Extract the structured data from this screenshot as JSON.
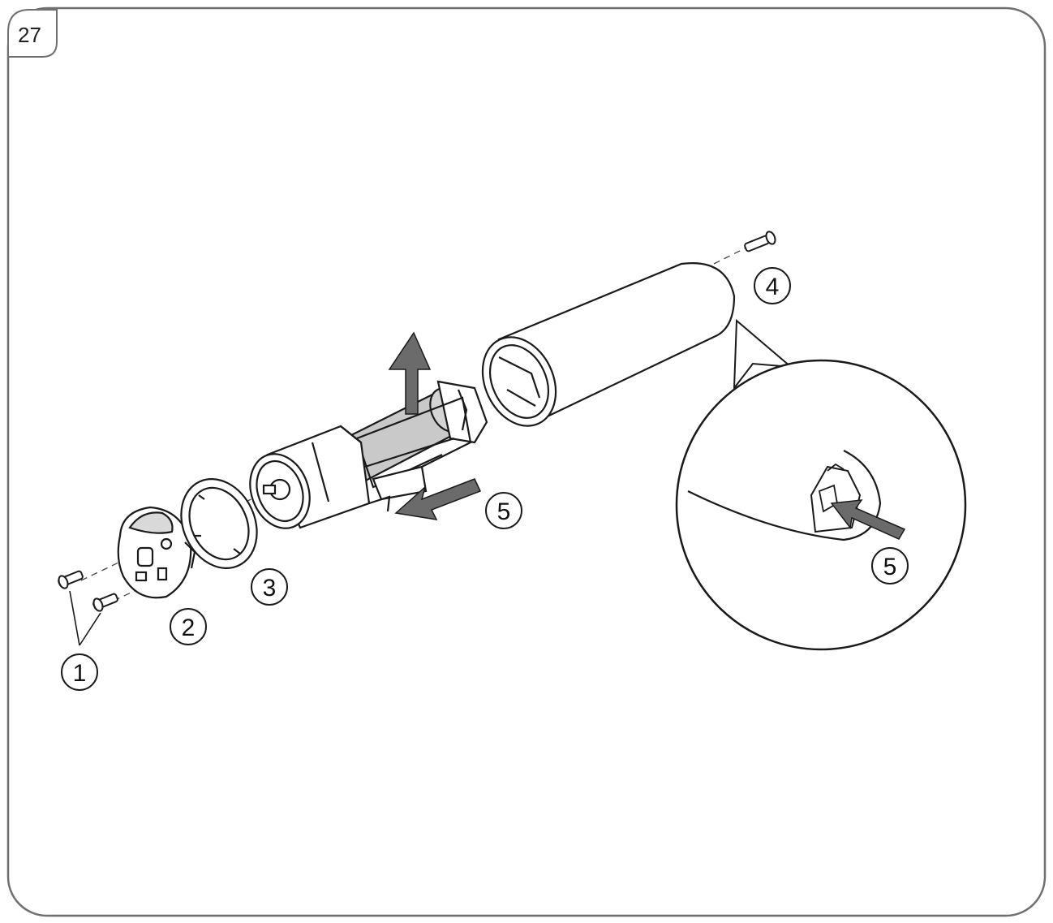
{
  "step": {
    "number": "27"
  },
  "callouts": {
    "c1": "1",
    "c2": "2",
    "c3": "3",
    "c4": "4",
    "c5_main": "5",
    "c5_detail": "5"
  },
  "colors": {
    "frame": "#6f6f6f",
    "line": "#1a1a1a",
    "arrow": "#6b6b6b",
    "battery": "#c9c9c9"
  },
  "icons": [
    "screw-icon",
    "arrow-up-icon",
    "arrow-left-icon",
    "arrow-right-icon"
  ]
}
